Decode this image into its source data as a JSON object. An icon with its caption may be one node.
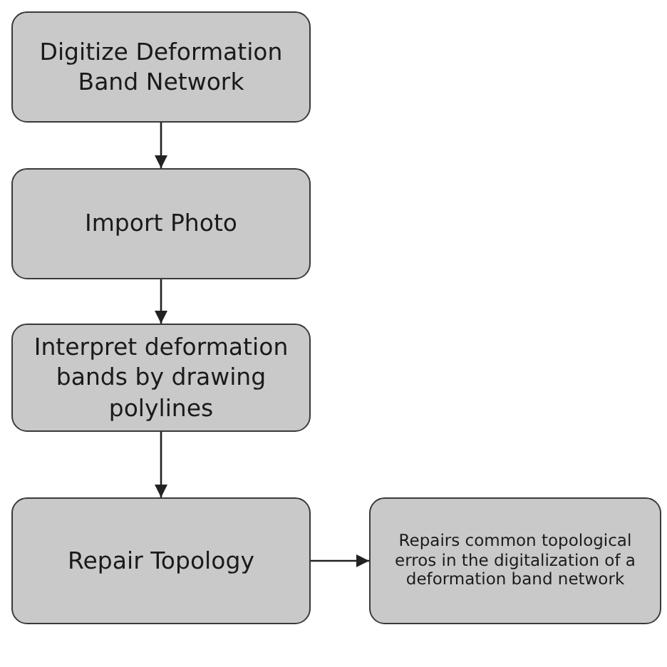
{
  "diagram": {
    "nodes": [
      {
        "text": [
          "Digitize Deformation Band Network"
        ]
      },
      {
        "text": [
          "Import Photo"
        ]
      },
      {
        "text": [
          "Interpret deformation bands by drawing polylines"
        ]
      },
      {
        "text": [
          "Repair Topology"
        ]
      },
      {
        "text": [
          "Repairs common topological erros in the digitalization of a deformation band network"
        ]
      }
    ],
    "edges": [
      {
        "from": 0,
        "to": 1,
        "arrow": "to"
      },
      {
        "from": 1,
        "to": 2,
        "arrow": "to"
      },
      {
        "from": 2,
        "to": 3,
        "arrow": "to"
      },
      {
        "from": 3,
        "to": 4,
        "arrow": "to"
      }
    ]
  }
}
